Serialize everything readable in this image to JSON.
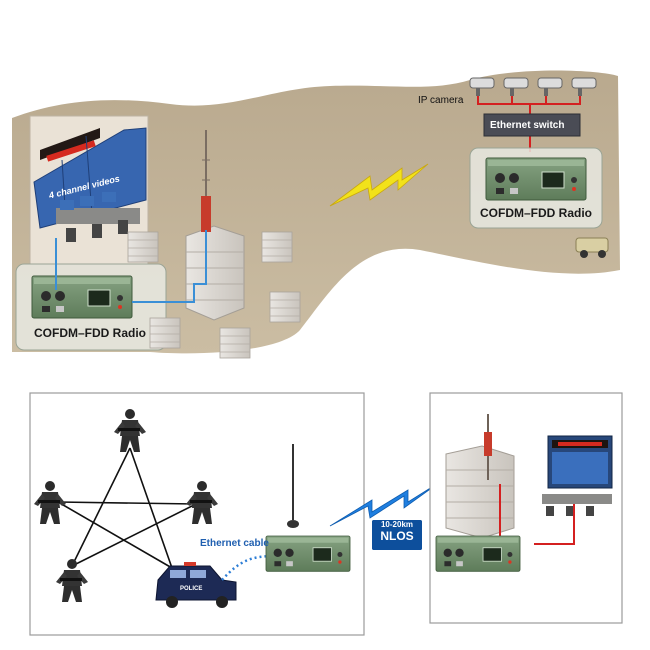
{
  "top_scene": {
    "ip_camera_label": "IP camera",
    "ethernet_switch_label": "Ethernet switch",
    "control_room_screen_text": "4 channel videos",
    "left_radio_label": "COFDM–FDD Radio",
    "right_radio_label": "COFDM–FDD Radio"
  },
  "bottom_scene": {
    "ethernet_cable_label": "Ethernet cable",
    "range_label": "10-20km",
    "nlos_label": "NLOS",
    "police_car_text": "POLICE"
  },
  "colors": {
    "terrain": "#c4b49a",
    "sky": "#ffffff",
    "radio_green": "#6f8f6a",
    "link_blue": "#3a8fd6",
    "link_red": "#d42020",
    "wireless_yellow": "#f2e21a",
    "wireless_blue": "#1f7fe0",
    "range_box": "#0d4f9c"
  }
}
